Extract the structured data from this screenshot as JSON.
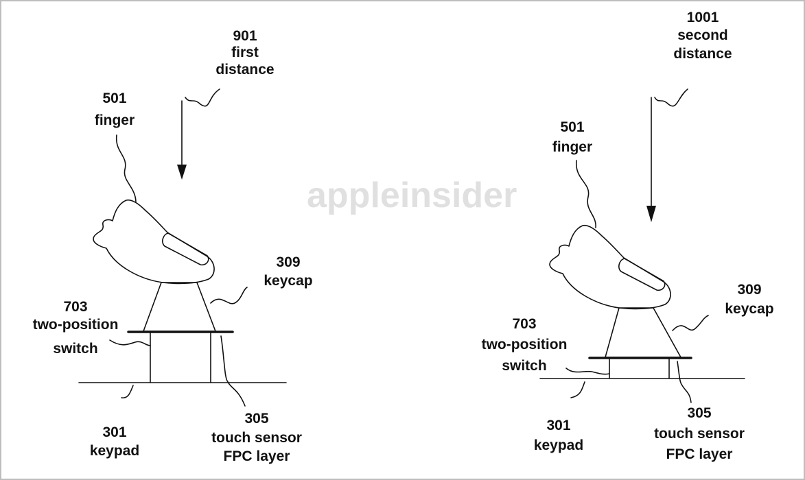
{
  "watermark": "appleinsider",
  "figures": [
    {
      "distance": {
        "number": "901",
        "line1": "first",
        "line2": "distance"
      },
      "finger": {
        "number": "501",
        "label": "finger"
      },
      "keycap": {
        "number": "309",
        "label": "keycap"
      },
      "switch": {
        "number": "703",
        "line1": "two-position",
        "line2": "switch"
      },
      "keypad": {
        "number": "301",
        "label": "keypad"
      },
      "sensor": {
        "number": "305",
        "line1": "touch sensor",
        "line2": "FPC layer"
      }
    },
    {
      "distance": {
        "number": "1001",
        "line1": "second",
        "line2": "distance"
      },
      "finger": {
        "number": "501",
        "label": "finger"
      },
      "keycap": {
        "number": "309",
        "label": "keycap"
      },
      "switch": {
        "number": "703",
        "line1": "two-position",
        "line2": "switch"
      },
      "keypad": {
        "number": "301",
        "label": "keypad"
      },
      "sensor": {
        "number": "305",
        "line1": "touch sensor",
        "line2": "FPC layer"
      }
    }
  ]
}
